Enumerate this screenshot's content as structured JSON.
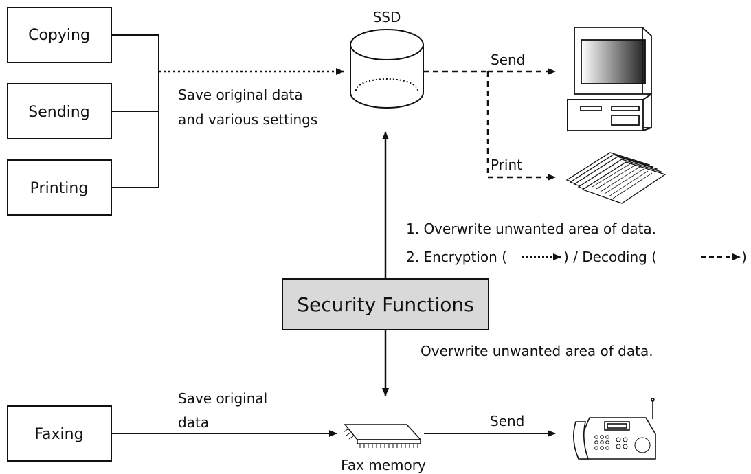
{
  "sources": [
    {
      "label": "Copying"
    },
    {
      "label": "Sending"
    },
    {
      "label": "Printing"
    }
  ],
  "faxing": {
    "label": "Faxing"
  },
  "ssd": {
    "label": "SSD"
  },
  "save_note": {
    "line1": "Save original data",
    "line2": "and various settings"
  },
  "send_label": "Send",
  "print_label": "Print",
  "security": {
    "label": "Security Functions",
    "ssd_notes": [
      "1. Overwrite unwanted area of data.",
      "2. Encryption (",
      ") / Decoding (",
      ")"
    ],
    "fax_note": "Overwrite unwanted area of data."
  },
  "fax_save_note": {
    "line1": "Save original",
    "line2": "data"
  },
  "fax_memory": {
    "label": "Fax memory"
  },
  "fax_send_label": "Send",
  "colors": {
    "box_fill": "#ffffff",
    "security_fill": "#d9d9d9",
    "line": "#111111"
  },
  "icons": [
    "database-cylinder-icon",
    "desktop-computer-icon",
    "paper-stack-icon",
    "memory-chip-icon",
    "fax-machine-icon"
  ]
}
